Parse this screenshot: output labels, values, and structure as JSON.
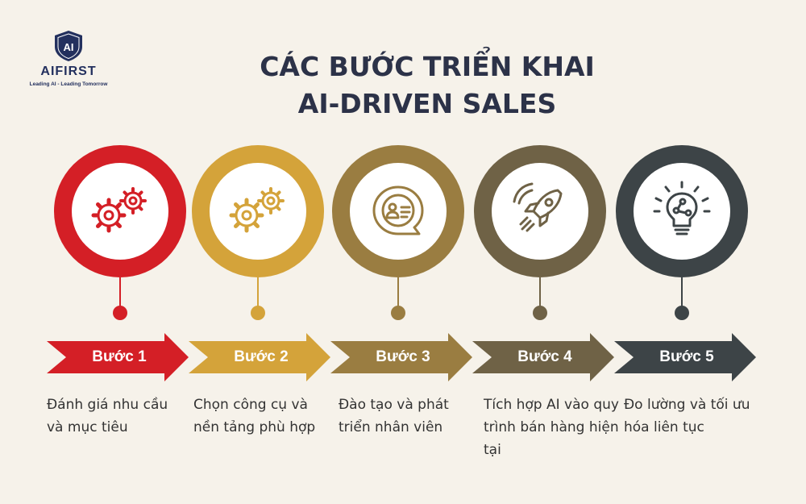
{
  "brand": {
    "logo_monogram": "AI",
    "name": "AIFIRST",
    "tagline": "Leading AI - Leading Tomorrow"
  },
  "title": {
    "line1": "CÁC BƯỚC TRIỂN KHAI",
    "line2": "AI-DRIVEN SALES"
  },
  "colors": {
    "background": "#f6f2ea",
    "title": "#2c3248",
    "brand": "#23305e"
  },
  "steps": [
    {
      "label": "Bước 1",
      "description": "Đánh giá nhu cầu và mục tiêu",
      "color": "#d41f26",
      "icon": "gears-icon"
    },
    {
      "label": "Bước 2",
      "description": "Chọn công cụ và nền tảng phù hợp",
      "color": "#d4a33a",
      "icon": "gears-icon"
    },
    {
      "label": "Bước 3",
      "description": "Đào tạo và phát triển nhân viên",
      "color": "#9a7d41",
      "icon": "profile-chat-icon"
    },
    {
      "label": "Bước 4",
      "description": "Tích hợp AI vào quy trình bán hàng hiện tại",
      "color": "#6f6246",
      "icon": "rocket-icon"
    },
    {
      "label": "Bước 5",
      "description": "Đo lường và tối ưu hóa liên tục",
      "color": "#3d4447",
      "icon": "lightbulb-icon"
    }
  ]
}
